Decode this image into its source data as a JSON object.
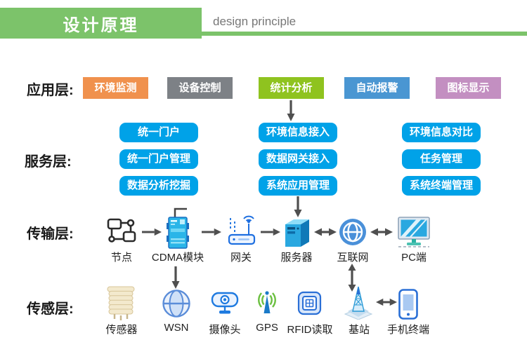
{
  "header": {
    "title": "设计原理",
    "subtitle": "design principle",
    "accent_color": "#7cc36a"
  },
  "layers": {
    "application": {
      "label": "应用层:",
      "boxes": [
        {
          "label": "环境监测",
          "color": "#f0914d"
        },
        {
          "label": "设备控制",
          "color": "#7d8186"
        },
        {
          "label": "统计分析",
          "color": "#8fc31f"
        },
        {
          "label": "自动报警",
          "color": "#4a96d2"
        },
        {
          "label": "图标显示",
          "color": "#c38fc1"
        }
      ]
    },
    "service": {
      "label": "服务层:",
      "button_color": "#00a2e8",
      "columns": [
        [
          "统一门户",
          "统一门户管理",
          "数据分析挖掘"
        ],
        [
          "环境信息接入",
          "数据网关接入",
          "系统应用管理"
        ],
        [
          "环境信息对比",
          "任务管理",
          "系统终端管理"
        ]
      ]
    },
    "transport": {
      "label": "传输层:",
      "items": [
        {
          "label": "节点",
          "icon": "network-nodes-icon"
        },
        {
          "label": "CDMA模块",
          "icon": "cdma-module-icon"
        },
        {
          "label": "网关",
          "icon": "gateway-router-icon"
        },
        {
          "label": "服务器",
          "icon": "server-icon"
        },
        {
          "label": "互联网",
          "icon": "internet-globe-icon"
        },
        {
          "label": "PC端",
          "icon": "pc-monitor-icon"
        }
      ]
    },
    "sensing": {
      "label": "传感层:",
      "items": [
        {
          "label": "传感器",
          "icon": "sensor-icon"
        },
        {
          "label": "WSN",
          "icon": "wsn-globe-icon"
        },
        {
          "label": "摄像头",
          "icon": "camera-icon"
        },
        {
          "label": "GPS",
          "icon": "gps-antenna-icon"
        },
        {
          "label": "RFID读取",
          "icon": "rfid-reader-icon"
        },
        {
          "label": "基站",
          "icon": "base-station-icon"
        },
        {
          "label": "手机终端",
          "icon": "mobile-phone-icon"
        }
      ]
    }
  },
  "arrow_color": "#4f4f4f"
}
